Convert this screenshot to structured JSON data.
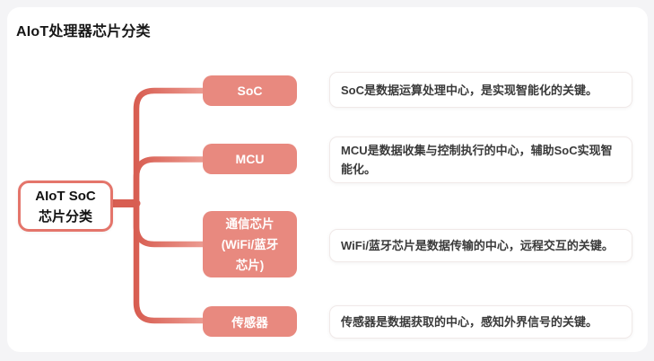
{
  "title": "AIoT处理器芯片分类",
  "colors": {
    "page_bg": "#F4F4F6",
    "card_bg": "#FFFFFF",
    "node_fill": "#E8897F",
    "node_text": "#FFFFFF",
    "root_border": "#E4756B",
    "root_text": "#121212",
    "branch_dark": "#D85E52",
    "branch_light": "#EC9C92",
    "desc_conn_dark": "#F2BCB4",
    "desc_conn_light": "#FBECEA",
    "desc_border": "#F0E9E8",
    "desc_text": "#3A3A3A",
    "title_color": "#161616"
  },
  "mindmap": {
    "root": {
      "label": "AIoT SoC\n芯片分类"
    },
    "branches": [
      {
        "label": "SoC",
        "description": "SoC是数据运算处理中心，是实现智能化的关键。"
      },
      {
        "label": "MCU",
        "description": "MCU是数据收集与控制执行的中心，辅助SoC实现智能化。"
      },
      {
        "label": "通信芯片\n(WiFi/蓝牙\n芯片)",
        "description": "WiFi/蓝牙芯片是数据传输的中心，远程交互的关键。"
      },
      {
        "label": "传感器",
        "description": "传感器是数据获取的中心，感知外界信号的关键。"
      }
    ]
  }
}
